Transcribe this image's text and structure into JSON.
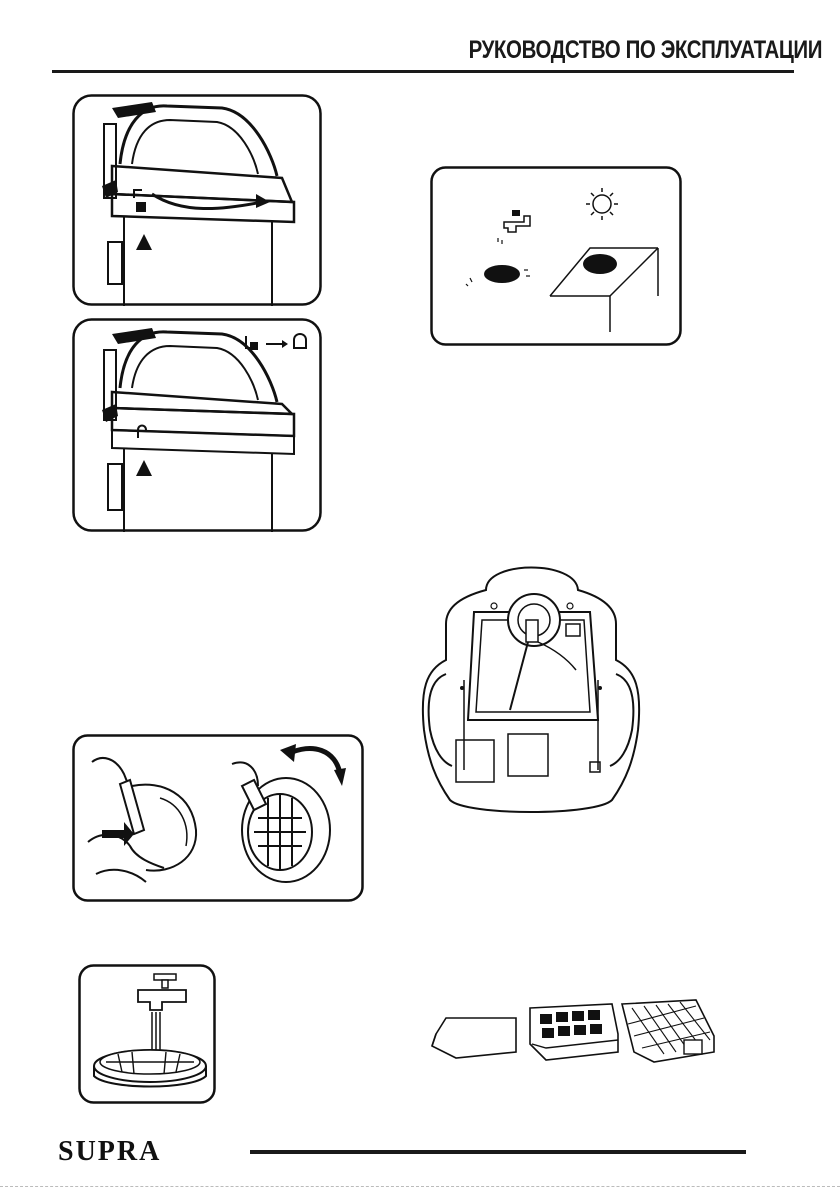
{
  "header": {
    "title": "РУКОВОДСТВО ПО ЭКСПЛУАТАЦИИ"
  },
  "footer": {
    "brand": "SUPRA"
  },
  "illustrations": [
    {
      "id": "dustbin-lock",
      "icon": "dust-container-latch-illustration"
    },
    {
      "id": "dustbin-unlock",
      "icon": "dust-container-unlock-illustration"
    },
    {
      "id": "filter-wash-dry",
      "icon": "filter-wash-and-dry-illustration"
    },
    {
      "id": "vacuum-back",
      "icon": "vacuum-rear-view-illustration"
    },
    {
      "id": "filter-removal",
      "icon": "filter-removal-illustration"
    },
    {
      "id": "filter-rinse",
      "icon": "filter-rinse-under-tap-illustration"
    },
    {
      "id": "filter-set",
      "icon": "filter-set-illustration"
    }
  ],
  "colors": {
    "ink": "#1a1a1a",
    "paper": "#ffffff"
  }
}
